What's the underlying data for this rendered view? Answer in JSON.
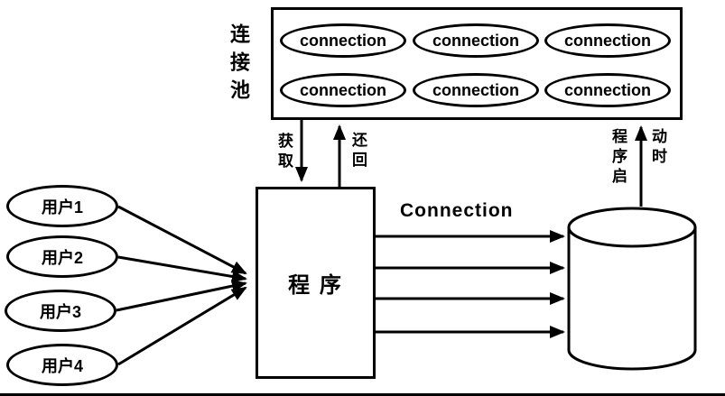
{
  "diagram": {
    "pool": {
      "label": "连接池",
      "connections": [
        "connection",
        "connection",
        "connection",
        "connection",
        "connection",
        "connection"
      ]
    },
    "users": [
      "用户1",
      "用户2",
      "用户3",
      "用户4"
    ],
    "program": {
      "label": "程 序"
    },
    "labels": {
      "acquire": "获取",
      "return": "还回",
      "connection": "Connection",
      "startup_left": "程序启",
      "startup_right": "动时"
    },
    "colors": {
      "stroke": "#000000",
      "background": "#ffffff"
    }
  }
}
